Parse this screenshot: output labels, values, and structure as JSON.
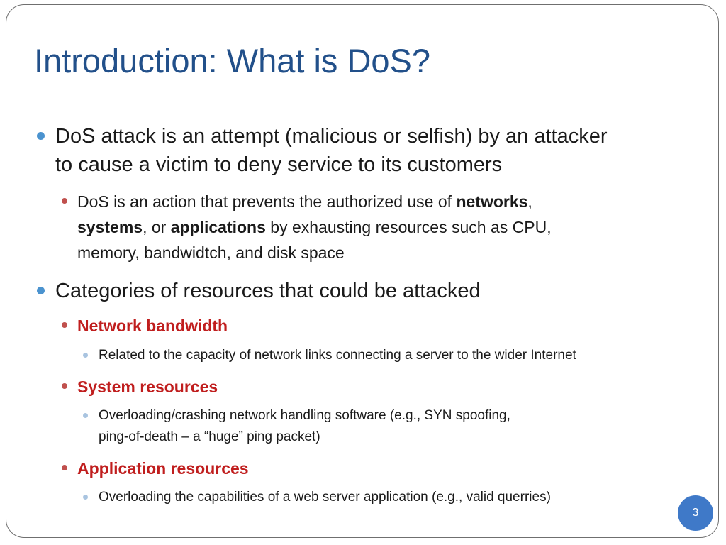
{
  "slide": {
    "title": "Introduction: What is DoS?",
    "page_number": "3",
    "bullets": {
      "b1": {
        "line1": "DoS attack is an attempt (malicious or selfish) by an attacker",
        "line2": "to cause a victim to deny service to its customers"
      },
      "b1_sub": {
        "part1": "DoS is an action that prevents the authorized use of ",
        "bold1": "networks",
        "part2": ",",
        "bold2": "systems",
        "part3": ", or ",
        "bold3": "applications",
        "part4": " by exhausting resources such as CPU,",
        "line3": "memory, bandwidtch, and disk space"
      },
      "b2": {
        "text": "Categories of resources that could be attacked"
      },
      "c1": {
        "label": "Network bandwidth",
        "detail": "Related to the capacity of network links connecting a server to the wider Internet"
      },
      "c2": {
        "label": "System resources",
        "detail_line1": "Overloading/crashing network handling software (e.g., SYN spoofing,",
        "detail_line2": "ping-of-death – a “huge” ping packet)"
      },
      "c3": {
        "label": "Application resources",
        "detail": "Overloading the capabilities of a web server application (e.g., valid querries)"
      }
    }
  },
  "colors": {
    "title": "#22508a",
    "level1_bullet": "#4b93cf",
    "level2_bullet": "#c0504d",
    "category_text": "#c01e1e",
    "level3_bullet": "#a9c4e0",
    "page_badge": "#3f79c8"
  }
}
